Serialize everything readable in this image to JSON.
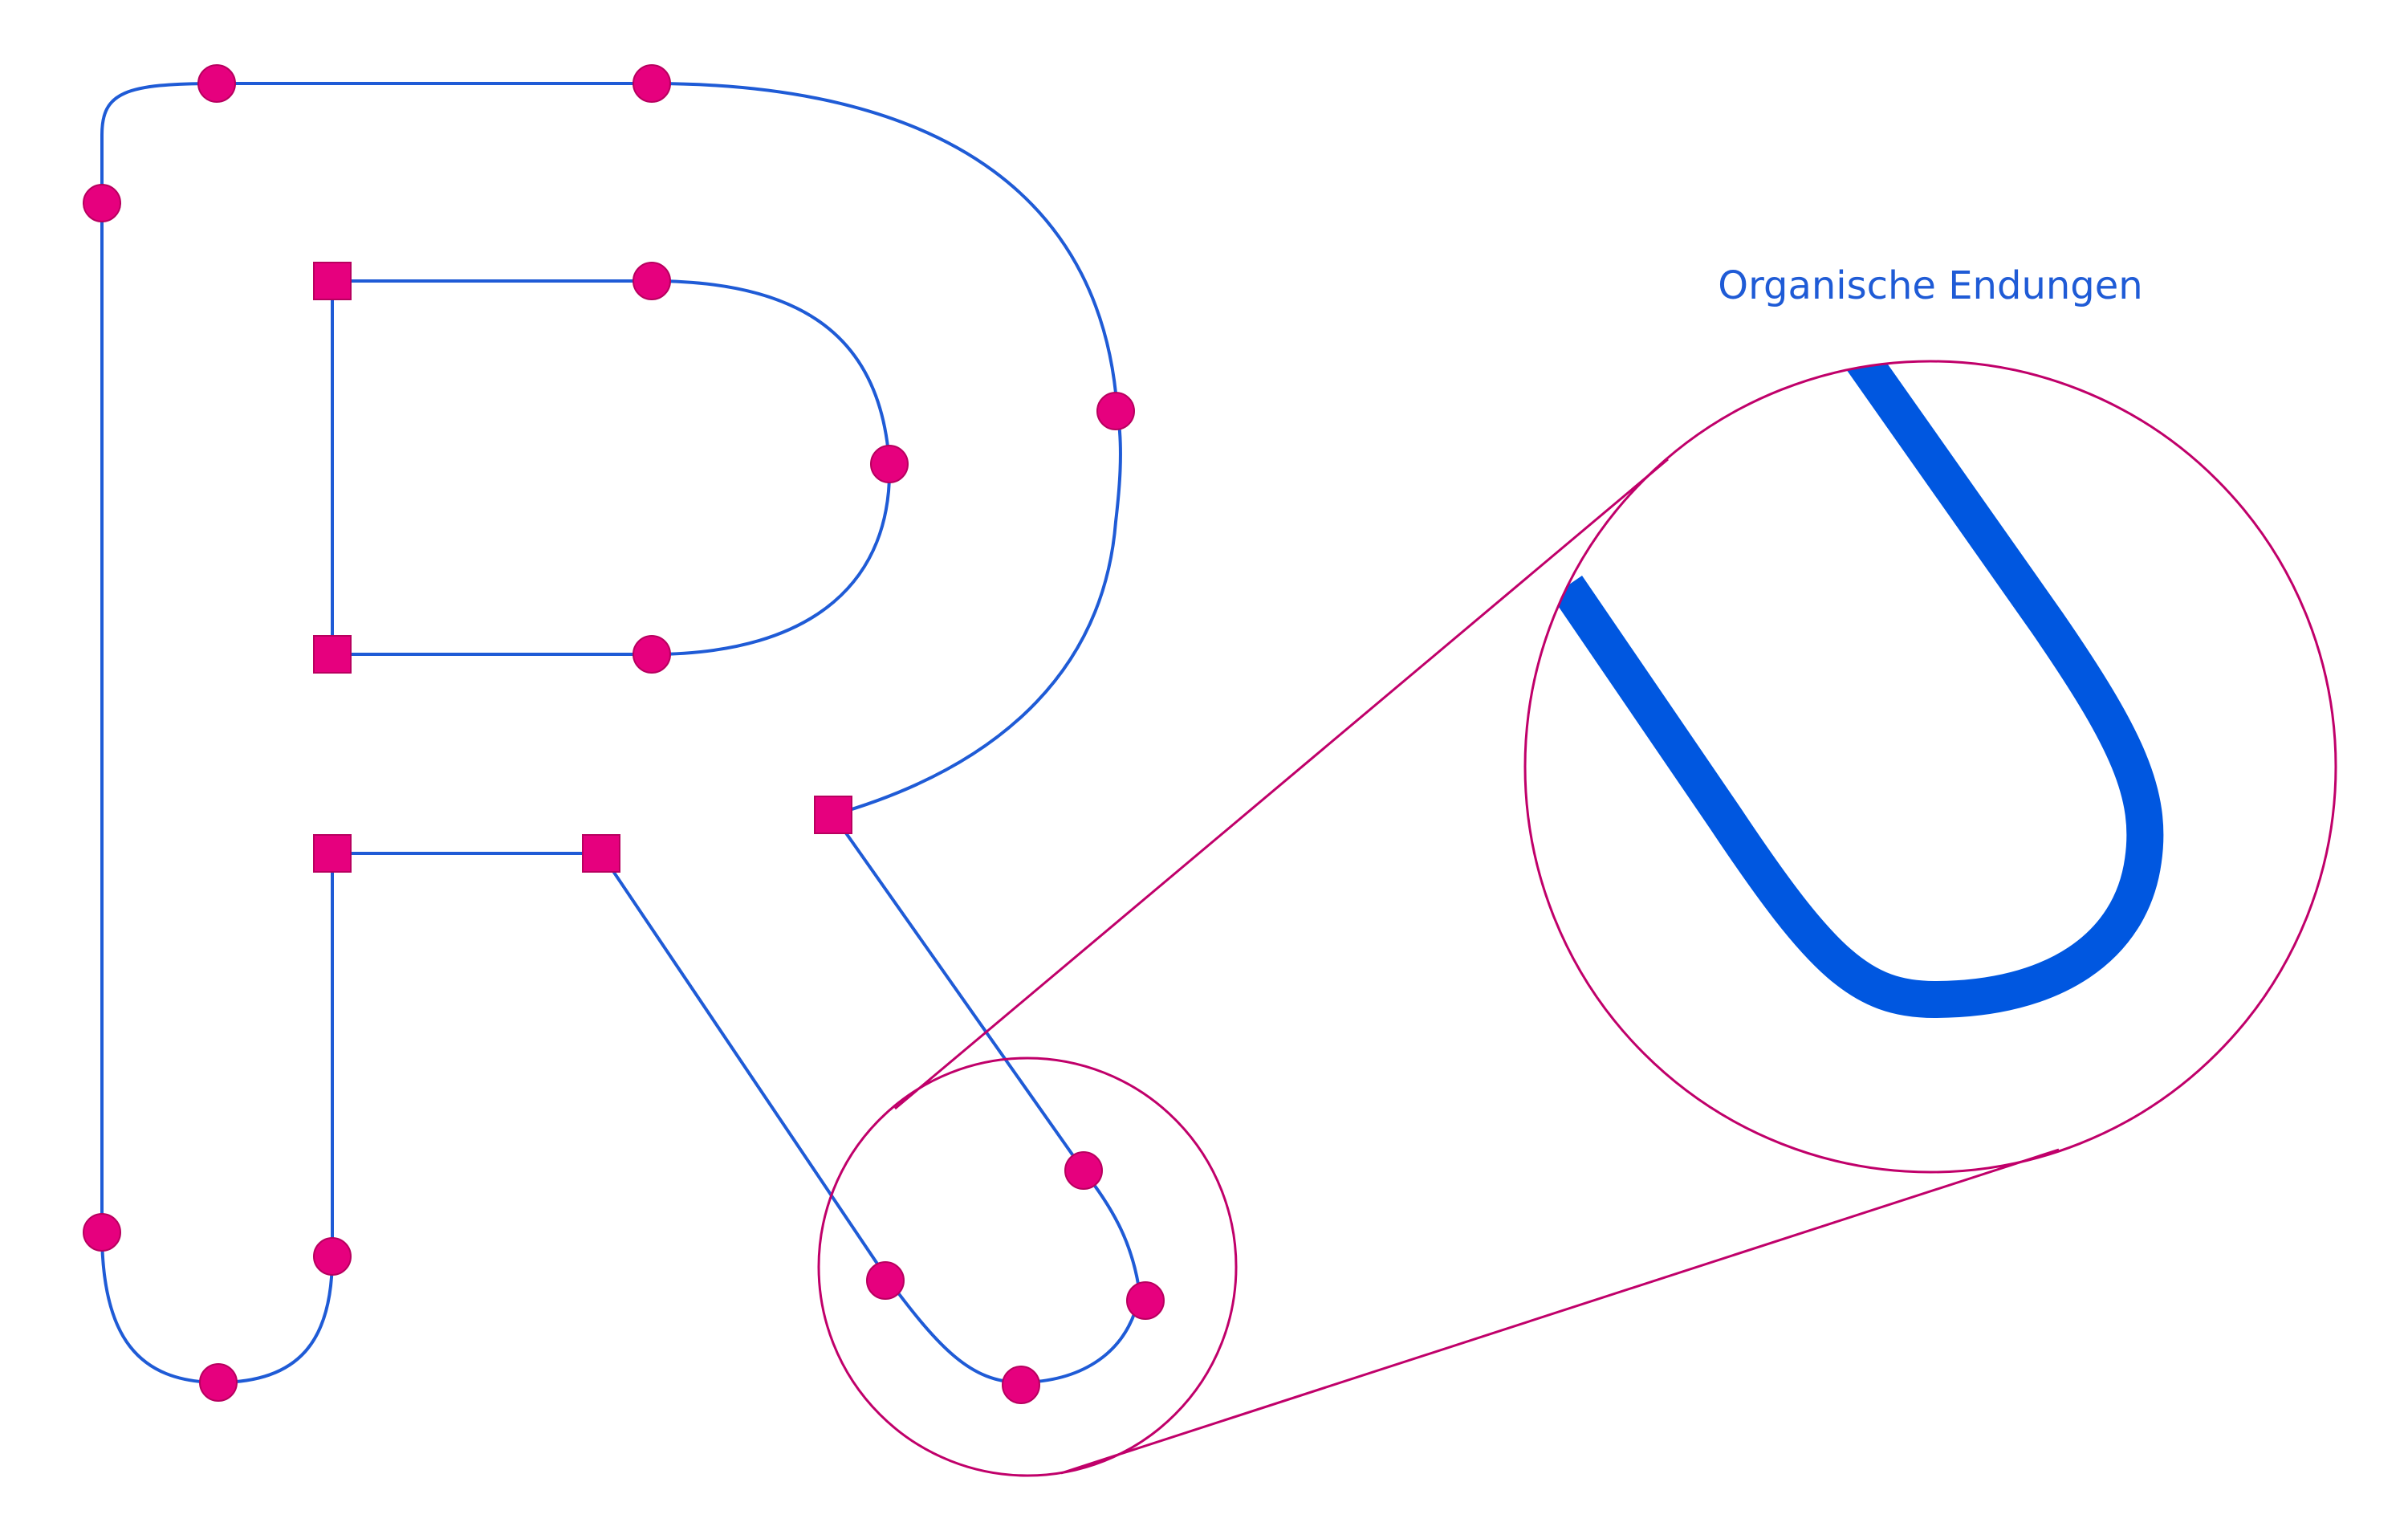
{
  "diagram": {
    "caption": "Organische Endungen",
    "glyph": "R",
    "colors": {
      "outline": "#1f5bd6",
      "anchor": "#e6007e",
      "anchor_stroke": "#b8005f",
      "lens": "#c0006a",
      "detail_stroke": "#0057e0"
    },
    "icons": {
      "corner_anchor": "square",
      "smooth_anchor": "circle",
      "zoom_lens": "circle-outline"
    }
  }
}
